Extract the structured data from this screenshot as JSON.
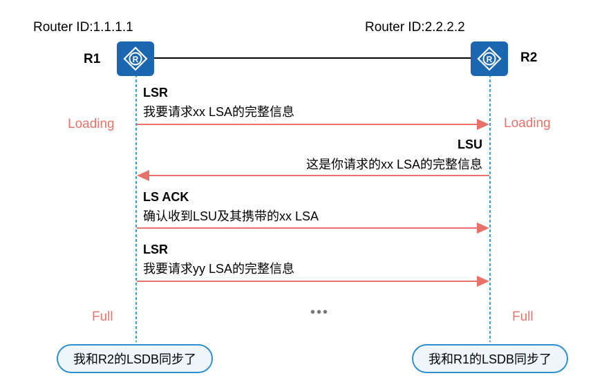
{
  "r1": {
    "router_id": "Router ID:1.1.1.1",
    "name": "R1",
    "state_loading": "Loading",
    "state_full": "Full",
    "sync_note": "我和R2的LSDB同步了"
  },
  "r2": {
    "router_id": "Router ID:2.2.2.2",
    "name": "R2",
    "state_loading": "Loading",
    "state_full": "Full",
    "sync_note": "我和R1的LSDB同步了"
  },
  "messages": [
    {
      "title": "LSR",
      "desc": "我要请求xx LSA的完整信息",
      "direction": "R1->R2"
    },
    {
      "title": "LSU",
      "desc": "这是你请求的xx LSA的完整信息",
      "direction": "R2->R1"
    },
    {
      "title": "LS ACK",
      "desc": "确认收到LSU及其携带的xx LSA",
      "direction": "R1->R2"
    },
    {
      "title": "LSR",
      "desc": "我要请求yy LSA的完整信息",
      "direction": "R1->R2"
    }
  ],
  "ellipsis": "•••",
  "colors": {
    "router": "#1a66b0",
    "lifeline": "#2fa3d6",
    "arrow": "#e8716a",
    "state": "#e8716a",
    "bubble_border": "#2e8fcf"
  }
}
